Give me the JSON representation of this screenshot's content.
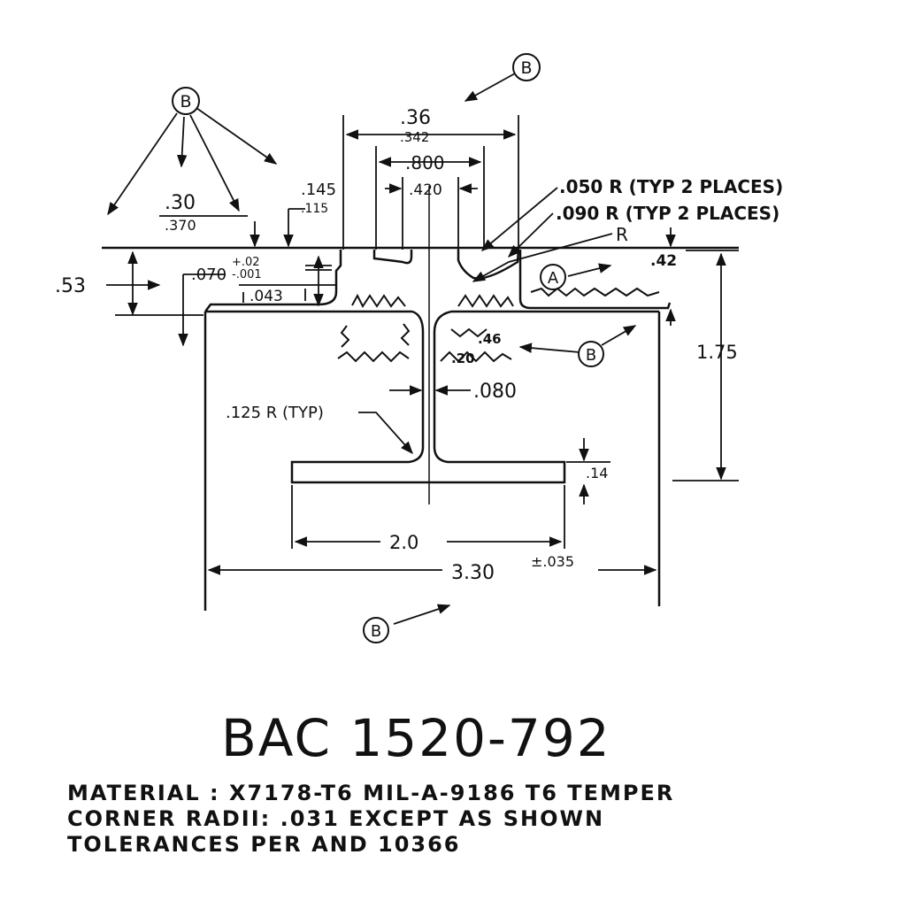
{
  "part_number": "BAC 1520-792",
  "notes": [
    "MATERIAL : X7178-T6 MIL-A-9186 T6 TEMPER",
    "CORNER RADII: .031 EXCEPT AS SHOWN",
    "TOLERANCES PER AND 10366"
  ],
  "dimensions": {
    "top_width": ".36",
    "top_width_alt": ".342",
    "inner_width": ".800",
    "stem_width": ".420",
    "radius_050": ".050 R (TYP 2 PLACES)",
    "radius_090": ".090 R (TYP 2 PLACES)",
    "radius_r": "R",
    "left_top": ".30",
    "left_top_alt": ".370",
    "d145": ".145",
    "d115": ".115",
    "d070": ".070",
    "tol_plus": "+.02",
    "tol_minus": "-.001",
    "d043": ".043",
    "d53": ".53",
    "d42": ".42",
    "d46": ".46",
    "d20": ".20",
    "web": ".080",
    "radius_125": ".125 R (TYP)",
    "height": "1.75",
    "flange_thk": ".14",
    "flange_width": "2.0",
    "overall_width": "3.30",
    "overall_tol": "±.035"
  },
  "callouts": {
    "b": "B",
    "a": "A"
  }
}
